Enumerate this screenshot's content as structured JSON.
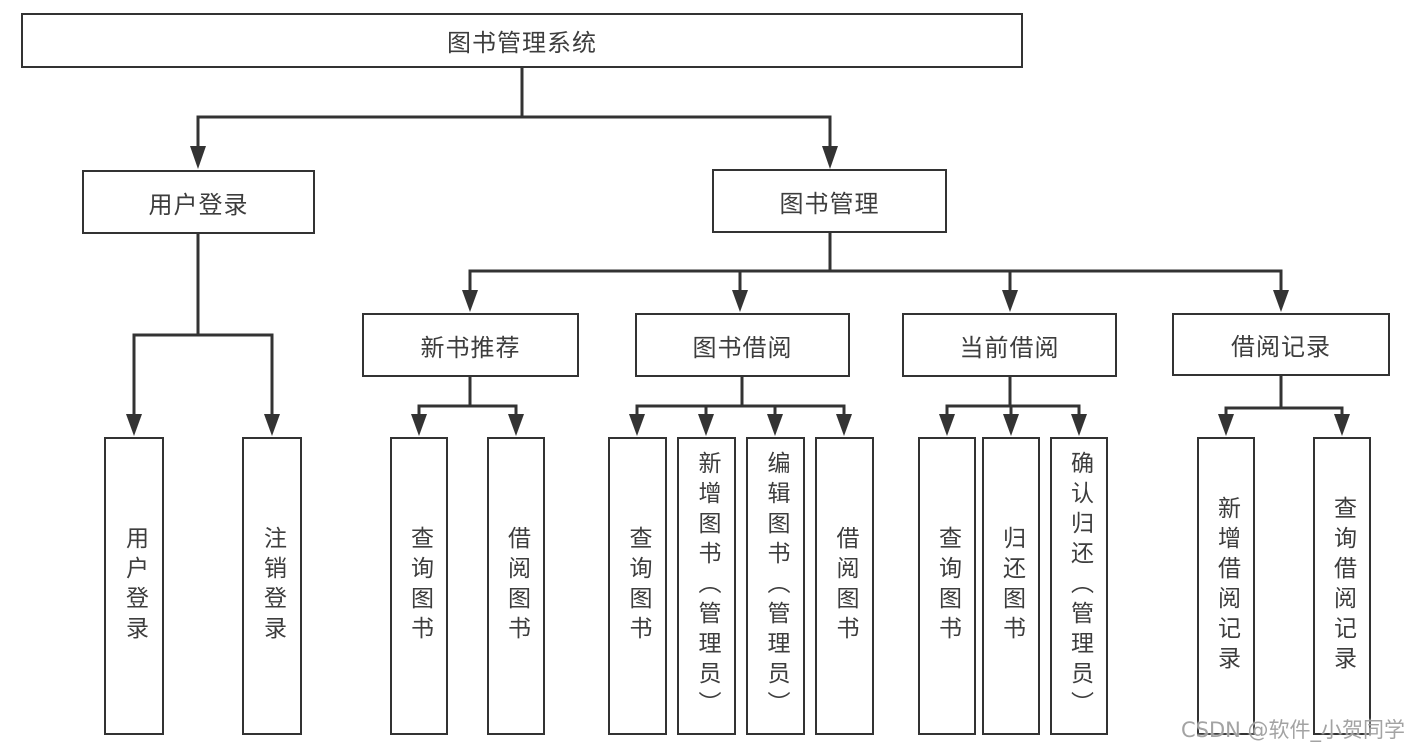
{
  "tree": {
    "root": "图书管理系统",
    "branches": [
      {
        "label": "用户登录",
        "children": [
          "用户登录",
          "注销登录"
        ]
      },
      {
        "label": "图书管理",
        "groups": [
          {
            "label": "新书推荐",
            "children": [
              "查询图书",
              "借阅图书"
            ]
          },
          {
            "label": "图书借阅",
            "children": [
              "查询图书",
              "新增图书（管理员）",
              "编辑图书（管理员）",
              "借阅图书"
            ]
          },
          {
            "label": "当前借阅",
            "children": [
              "查询图书",
              "归还图书",
              "确认归还（管理员）"
            ]
          },
          {
            "label": "借阅记录",
            "children": [
              "新增借阅记录",
              "查询借阅记录"
            ]
          }
        ]
      }
    ]
  },
  "watermark": {
    "text": "CSDN @软件_小贺同学"
  },
  "colors": {
    "background": "#ffffff",
    "box_border": "#333333",
    "connector_line": "#333333",
    "node_text": "#3d3d3d",
    "watermark_text": "#9e9e9e"
  }
}
